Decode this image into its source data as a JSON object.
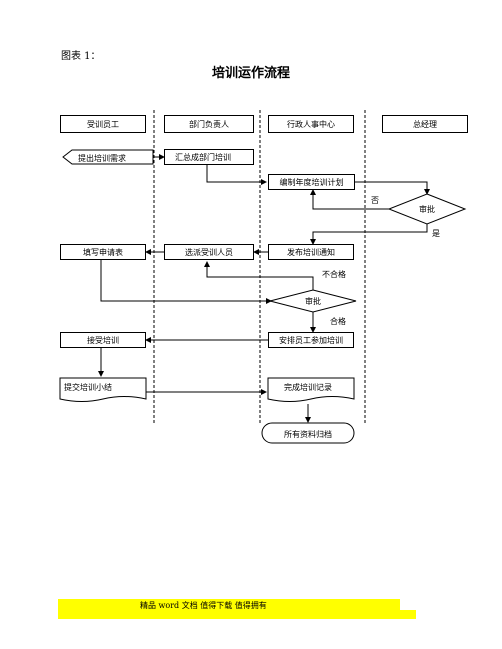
{
  "caption": "图表 1：",
  "title": "培训运作流程",
  "lanes": [
    "受训员工",
    "部门负责人",
    "行政人事中心",
    "总经理"
  ],
  "nodes": {
    "raise_need": "提出培训需求",
    "summarize": "汇总成部门培训",
    "annual_plan": "编制年度培训计划",
    "gm_approve": "审批",
    "publish_notice": "发布培训通知",
    "select_trainees": "选派受训人员",
    "fill_form": "填写申请表",
    "hr_approve": "审批",
    "arrange": "安排员工参加培训",
    "receive": "接受培训",
    "submit_summary": "提交培训小结",
    "complete_record": "完成培训记录",
    "archive": "所有资料归档"
  },
  "edge_labels": {
    "no": "否",
    "yes": "是",
    "fail": "不合格",
    "pass": "合格"
  },
  "footer": "精品 word 文档 值得下载 值得拥有"
}
